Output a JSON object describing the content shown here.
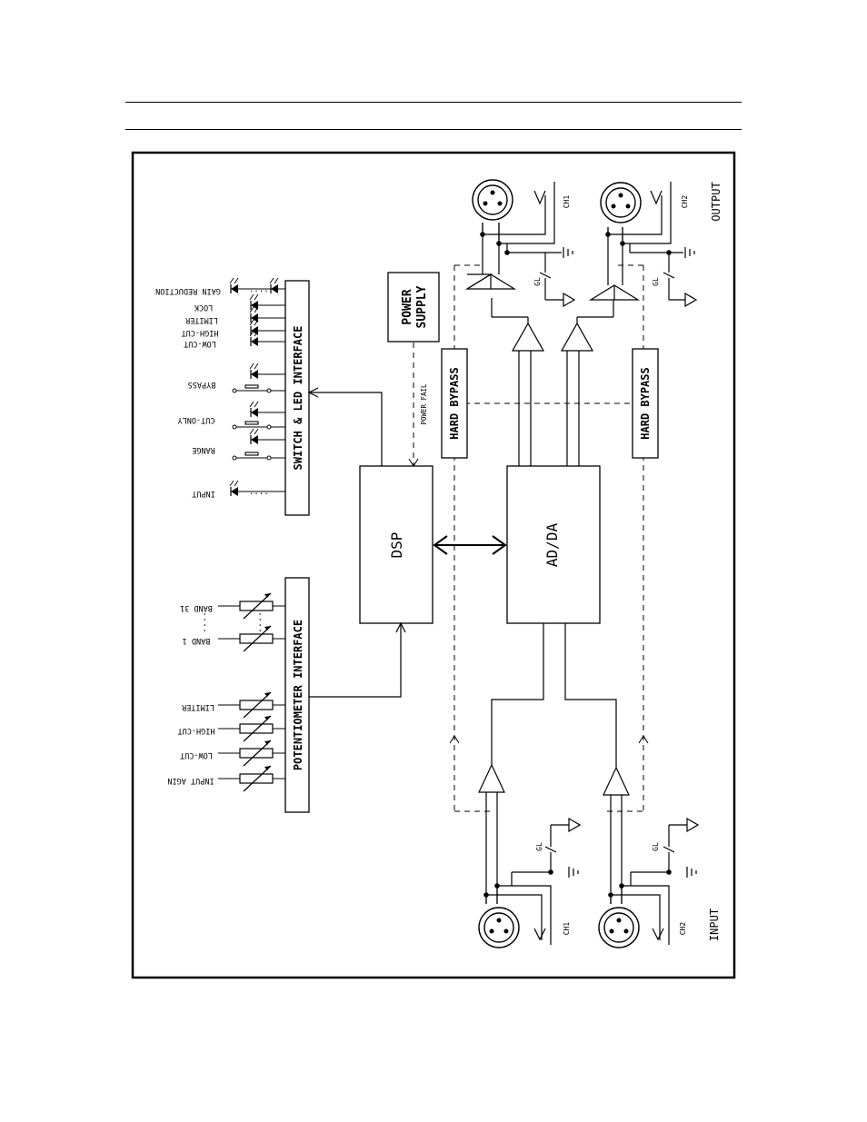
{
  "blocks": {
    "power_supply": [
      "POWER",
      "SUPPLY"
    ],
    "dsp": "DSP",
    "adda": "AD/DA",
    "hard_bypass": "HARD BYPASS",
    "switch_led_interface": "SWITCH & LED INTERFACE",
    "potentiometer_interface": "POTENTIOMETER INTERFACE"
  },
  "signals": {
    "power_fail": "POWER FAIL"
  },
  "sections": {
    "input": "INPUT",
    "output": "OUTPUT"
  },
  "channels": [
    "CH1",
    "CH2"
  ],
  "ground_lift": "GL",
  "switch_led_labels": [
    "GAIN REDUCTION",
    "LOCK",
    "LIMITER",
    "HIGH-CUT",
    "LOW-CUT",
    "BYPASS",
    "CUT-ONLY",
    "RANGE",
    "INPUT"
  ],
  "potentiometer_labels": [
    "BAND 31",
    "BAND 1",
    "LIMITER",
    "HIGH-CUT",
    "LOW-CUT",
    "INPUT AGIN"
  ],
  "ellipsis": "...."
}
